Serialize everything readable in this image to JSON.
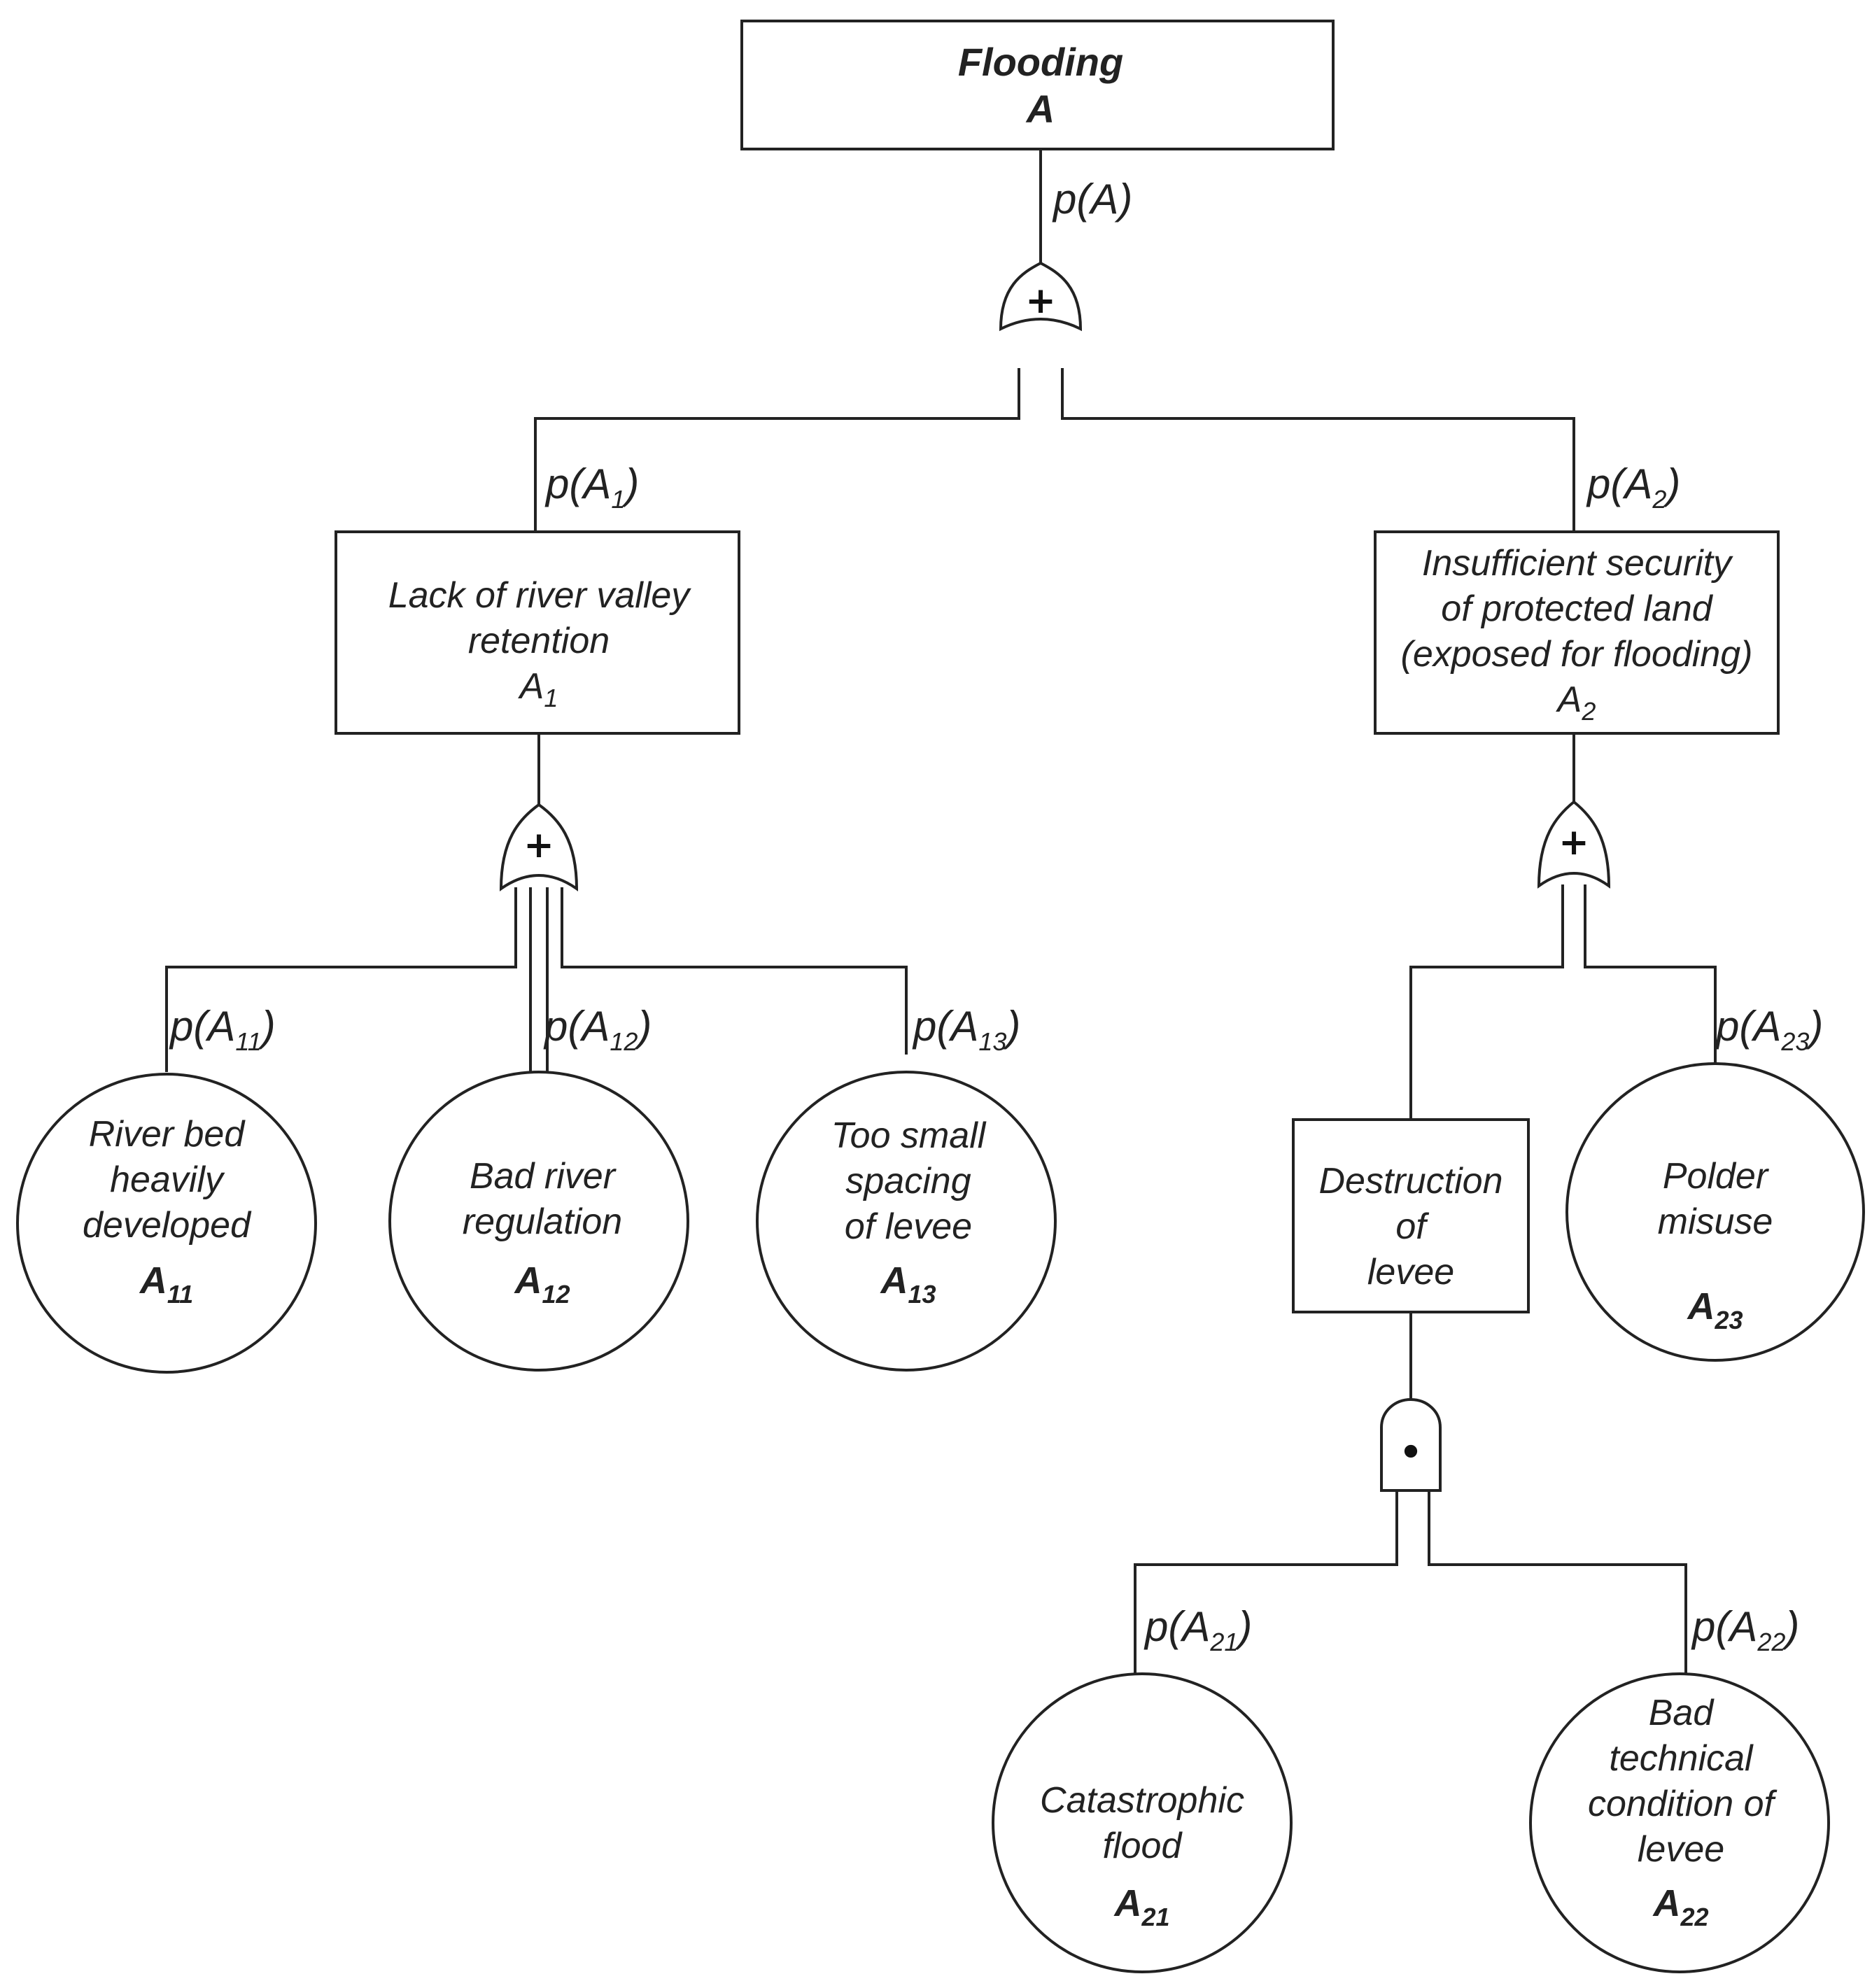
{
  "top": {
    "title": "Flooding",
    "code": "A",
    "prob": {
      "base": "p(A",
      "sub": "",
      "close": ")"
    }
  },
  "gates": {
    "or_symbol": "+",
    "and_symbol": "•"
  },
  "a1": {
    "lines": [
      "Lack of river valley",
      "retention"
    ],
    "code_base": "A",
    "code_sub": "1",
    "prob": {
      "base": "p(A",
      "sub": "1",
      "close": ")"
    }
  },
  "a2": {
    "lines": [
      "Insufficient security",
      "of protected land",
      "(exposed for flooding)"
    ],
    "code_base": "A",
    "code_sub": "2",
    "prob": {
      "base": "p(A",
      "sub": "2",
      "close": ")"
    }
  },
  "a11": {
    "lines": [
      "River bed",
      "heavily",
      "developed"
    ],
    "code_base": "A",
    "code_sub": "11",
    "prob": {
      "base": "p(A",
      "sub": "11",
      "close": ")"
    }
  },
  "a12": {
    "lines": [
      "Bad river",
      "regulation"
    ],
    "code_base": "A",
    "code_sub": "12",
    "prob": {
      "base": "p(A",
      "sub": "12",
      "close": ")"
    }
  },
  "a13": {
    "lines": [
      "Too small",
      "spacing",
      "of levee"
    ],
    "code_base": "A",
    "code_sub": "13",
    "prob": {
      "base": "p(A",
      "sub": "13",
      "close": ")"
    }
  },
  "destruction": {
    "lines": [
      "Destruction",
      "of",
      "levee"
    ]
  },
  "a23": {
    "lines": [
      "Polder",
      "misuse"
    ],
    "code_base": "A",
    "code_sub": "23",
    "prob": {
      "base": "p(A",
      "sub": "23",
      "close": ")"
    }
  },
  "a21": {
    "lines": [
      "Catastrophic",
      "flood"
    ],
    "code_base": "A",
    "code_sub": "21",
    "prob": {
      "base": "p(A",
      "sub": "21",
      "close": ")"
    }
  },
  "a22": {
    "lines": [
      "Bad",
      "technical",
      "condition of",
      "levee"
    ],
    "code_base": "A",
    "code_sub": "22",
    "prob": {
      "base": "p(A",
      "sub": "22",
      "close": ")"
    }
  }
}
